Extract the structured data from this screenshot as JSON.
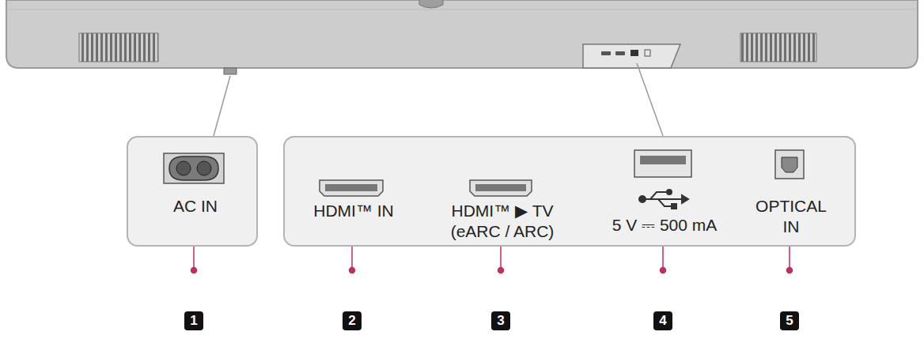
{
  "diagram": {
    "nodes": [
      {
        "text": [
          "AC IN"
        ]
      },
      {
        "text": [
          "HDMI™ IN",
          "HDMI™ ▶ TV (eARC / ARC)",
          "5 V ⎓ 500 mA",
          "OPTICAL IN"
        ]
      }
    ],
    "labels": [
      "1",
      "2",
      "3",
      "4",
      "5"
    ]
  }
}
